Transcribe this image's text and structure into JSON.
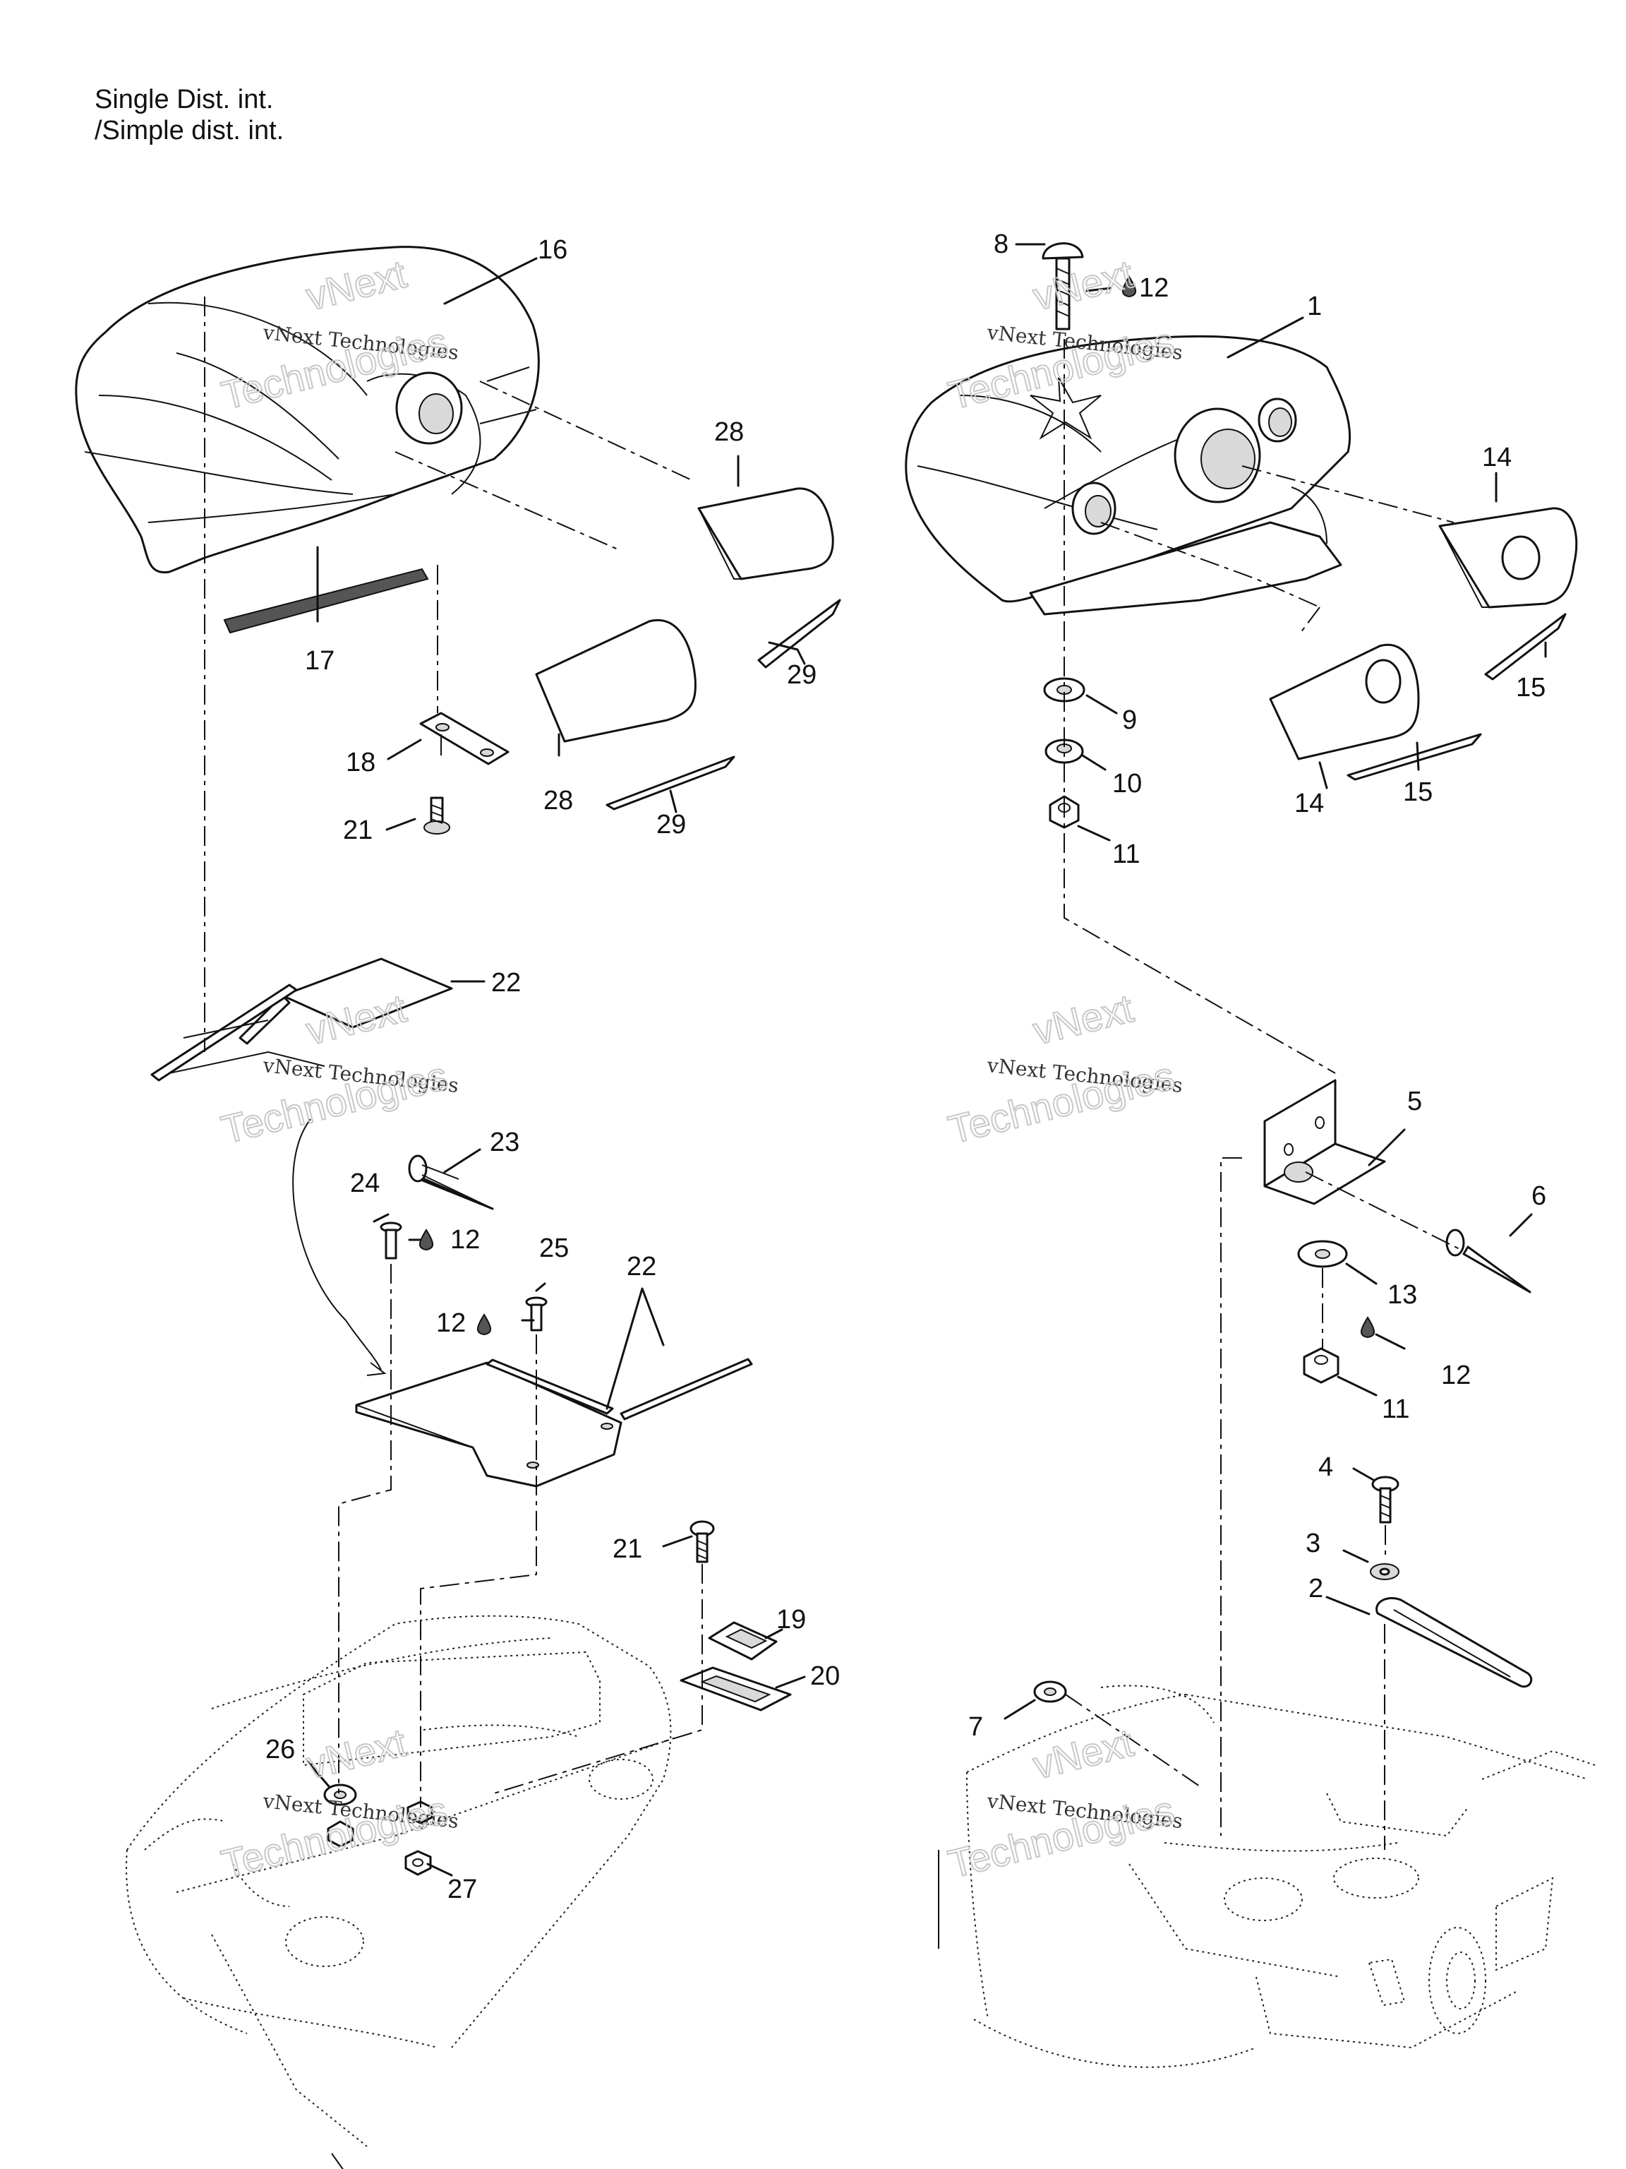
{
  "header": {
    "line1": "Single Dist. int.",
    "line2": "/Simple dist. int."
  },
  "watermark": {
    "line1": "vNext",
    "line2": "vNext Technologies",
    "line3": "Technologies"
  },
  "callouts": {
    "c1": "1",
    "c2": "2",
    "c3": "3",
    "c4": "4",
    "c5": "5",
    "c6": "6",
    "c7": "7",
    "c8": "8",
    "c9": "9",
    "c10": "10",
    "c11a": "11",
    "c11b": "11",
    "c12a": "12",
    "c12b": "12",
    "c12c": "12",
    "c12d": "12",
    "c13": "13",
    "c14a": "14",
    "c14b": "14",
    "c15a": "15",
    "c15b": "15",
    "c16": "16",
    "c17": "17",
    "c18": "18",
    "c19": "19",
    "c20": "20",
    "c21a": "21",
    "c21b": "21",
    "c22a": "22",
    "c22b": "22",
    "c23": "23",
    "c24": "24",
    "c25": "25",
    "c26": "26",
    "c27": "27",
    "c28a": "28",
    "c28b": "28",
    "c29a": "29",
    "c29b": "29"
  },
  "colors": {
    "ink": "#111111",
    "watermark": "#c8c8c8"
  }
}
